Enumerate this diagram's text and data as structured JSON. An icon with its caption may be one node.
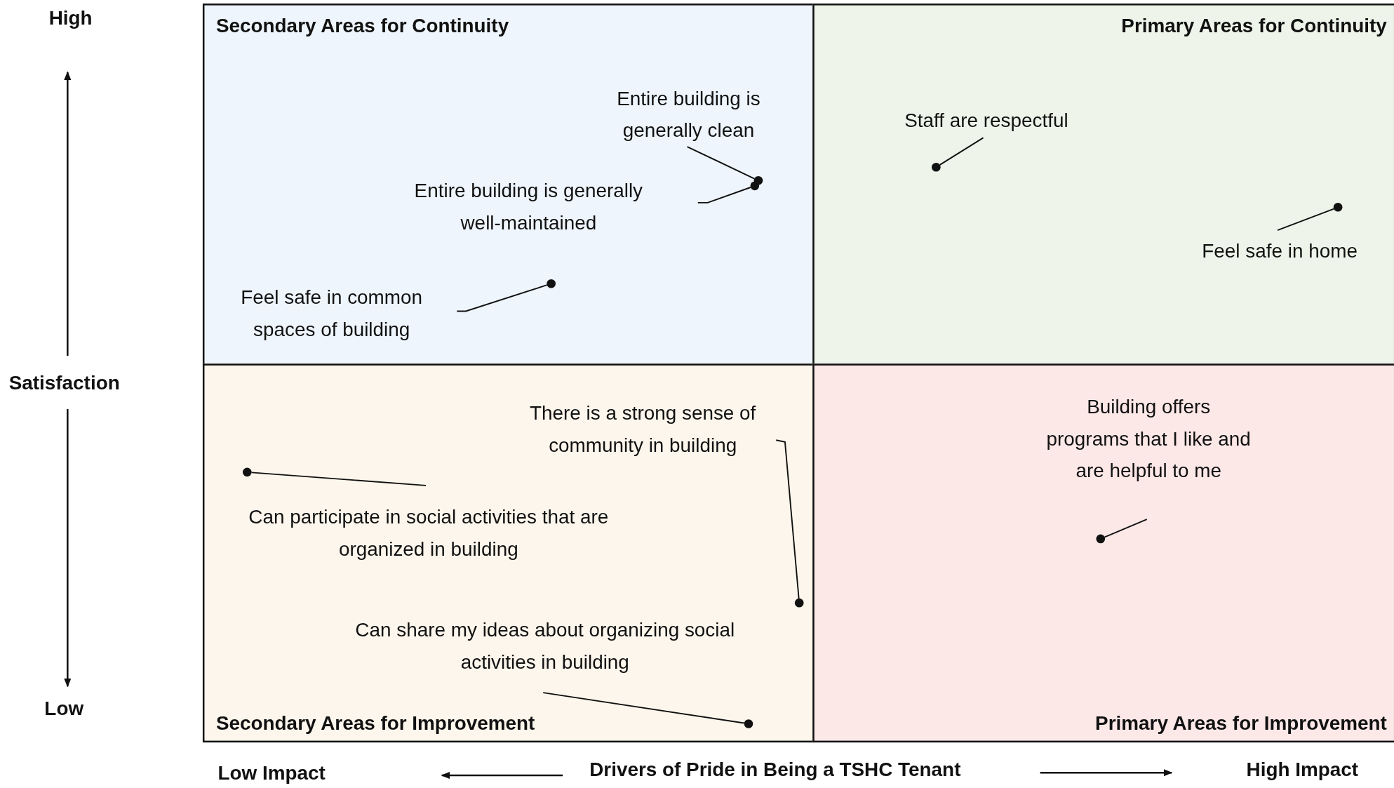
{
  "diagram": {
    "nodes": [
      {
        "text": [
          "Secondary Areas for Continuity"
        ]
      },
      {
        "text": [
          "Primary Areas for Continuity"
        ]
      },
      {
        "text": [
          "Secondary Areas for Improvement"
        ]
      },
      {
        "text": [
          "Primary Areas for Improvement"
        ]
      },
      {
        "text": [
          "Entire building is generally clean"
        ],
        "in": 0
      },
      {
        "text": [],
        "shape": "circle",
        "in": 0
      },
      {
        "text": [
          "Entire building is generally well-maintained"
        ],
        "in": 0
      },
      {
        "text": [],
        "shape": "circle",
        "in": 0
      },
      {
        "text": [
          "Feel safe in common spaces of building"
        ],
        "in": 0
      },
      {
        "text": [],
        "shape": "circle",
        "in": 0
      },
      {
        "text": [
          "Staff are respectful"
        ],
        "in": 1
      },
      {
        "text": [],
        "shape": "circle",
        "in": 1
      },
      {
        "text": [
          "Feel safe in home"
        ],
        "in": 1
      },
      {
        "text": [],
        "shape": "circle",
        "in": 1
      },
      {
        "text": [
          "There is a strong sense of community in building"
        ],
        "in": 2
      },
      {
        "text": [],
        "shape": "circle",
        "in": 2
      },
      {
        "text": [
          "Can participate in social activities that are organized in building"
        ],
        "in": 2
      },
      {
        "text": [],
        "shape": "circle",
        "in": 2
      },
      {
        "text": [
          "Can share my ideas about organizing social activities in building"
        ],
        "in": 2
      },
      {
        "text": [],
        "shape": "circle",
        "in": 2
      },
      {
        "text": [
          "Building offers programs that I like and are helpful to me"
        ],
        "in": 3
      },
      {
        "text": [],
        "shape": "circle",
        "in": 3
      }
    ],
    "edges": [
      {
        "from": 4,
        "to": 5,
        "arrow": "none"
      },
      {
        "from": 6,
        "to": 7,
        "arrow": "none"
      },
      {
        "from": 8,
        "to": 9,
        "arrow": "none"
      },
      {
        "from": 10,
        "to": 11,
        "arrow": "none"
      },
      {
        "from": 12,
        "to": 13,
        "arrow": "none"
      },
      {
        "from": 14,
        "to": 15,
        "arrow": "none"
      },
      {
        "from": 16,
        "to": 17,
        "arrow": "none"
      },
      {
        "from": 18,
        "to": 19,
        "arrow": "none"
      },
      {
        "from": 20,
        "to": 21,
        "arrow": "none"
      }
    ],
    "labels": [
      "High",
      "Satisfaction",
      "Low",
      "Low Impact",
      "Drivers of Pride in Being a TSHC Tenant",
      "High Impact"
    ]
  }
}
